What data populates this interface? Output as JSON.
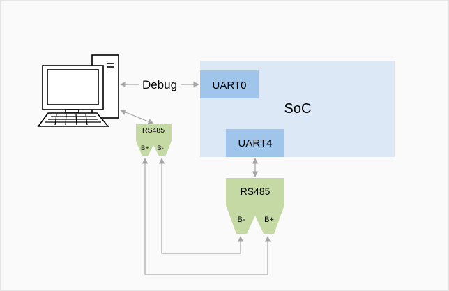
{
  "diagram": {
    "soc_label": "SoC",
    "uart0_label": "UART0",
    "uart4_label": "UART4",
    "debug_label": "Debug",
    "rs485_small": {
      "title": "RS485",
      "pin_left": "B+",
      "pin_right": "B-"
    },
    "rs485_large": {
      "title": "RS485",
      "pin_left": "B-",
      "pin_right": "B+"
    }
  },
  "colors": {
    "soc_fill": "#dce8f6",
    "uart_fill": "#9fc5ea",
    "rs485_fill": "#c5d9a5",
    "connector": "#a6a6a6",
    "computer_stroke": "#000000"
  }
}
